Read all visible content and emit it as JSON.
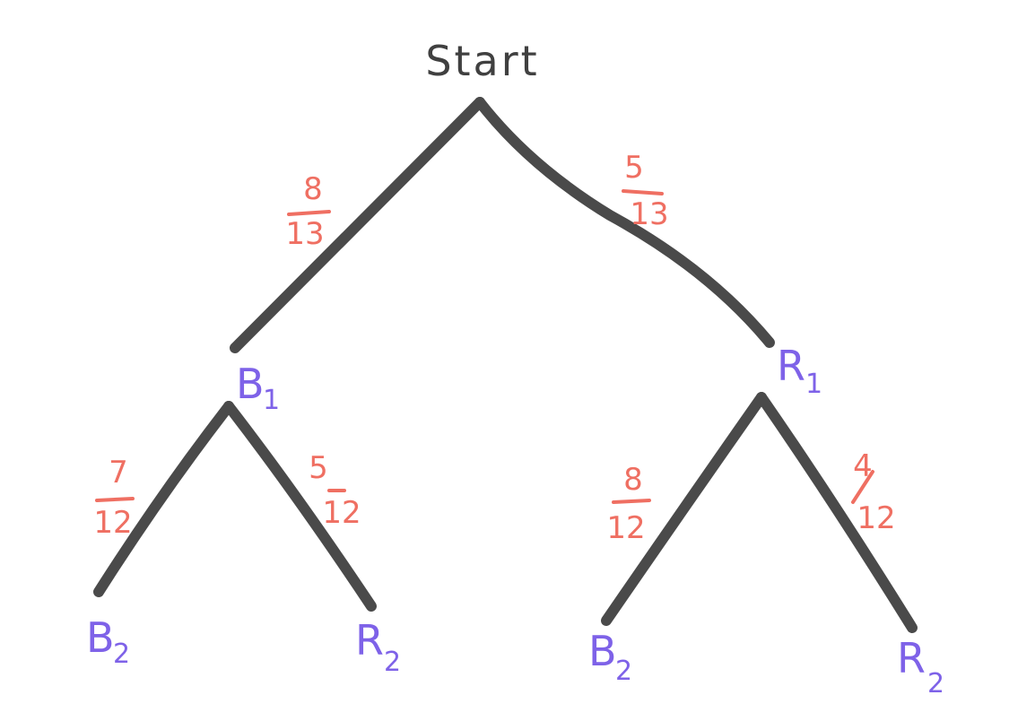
{
  "tree": {
    "root": {
      "label": "Start"
    },
    "level1": [
      {
        "node": {
          "main": "B",
          "sub": "1"
        },
        "prob": {
          "num": "8",
          "den": "13"
        }
      },
      {
        "node": {
          "main": "R",
          "sub": "1"
        },
        "prob": {
          "num": "5",
          "den": "13"
        }
      }
    ],
    "level2": [
      {
        "node": {
          "main": "B",
          "sub": "2"
        },
        "prob": {
          "num": "7",
          "den": "12"
        }
      },
      {
        "node": {
          "main": "R",
          "sub": "2"
        },
        "prob": {
          "num": "5",
          "den": "12"
        }
      },
      {
        "node": {
          "main": "B",
          "sub": "2"
        },
        "prob": {
          "num": "8",
          "den": "12"
        }
      },
      {
        "node": {
          "main": "R",
          "sub": "2"
        },
        "prob": {
          "num": "4",
          "den": "12"
        }
      }
    ]
  },
  "colors": {
    "branch": "#4a4a4a",
    "node_label": "#7e62e8",
    "probability": "#ef6f62",
    "root_label": "#404040"
  }
}
